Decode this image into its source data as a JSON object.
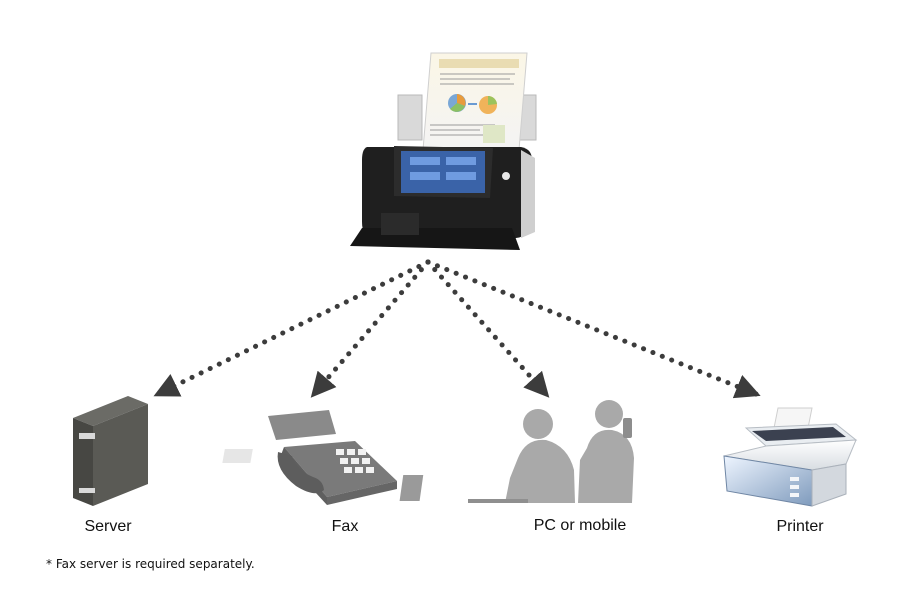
{
  "nodes": {
    "server": "Server",
    "fax": "Fax",
    "pc": "PC or mobile",
    "printer": "Printer"
  },
  "footnote": "* Fax server is required separately.",
  "colors": {
    "connector": "#3c3c3c",
    "device_gray": "#7b7b7b",
    "people": "#a9a9a9",
    "scanner_body": "#1f1f1f"
  }
}
